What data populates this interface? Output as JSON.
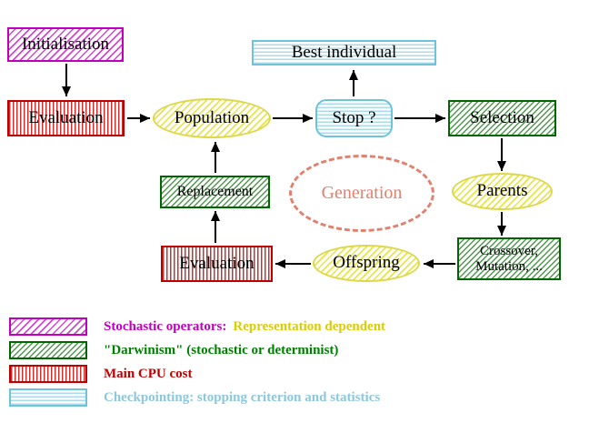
{
  "diagram": {
    "nodes": {
      "initialisation": "Initialisation",
      "evaluation_top": "Evaluation",
      "population": "Population",
      "best_individual": "Best individual",
      "stop": "Stop ?",
      "selection": "Selection",
      "parents": "Parents",
      "crossover_line1": "Crossover,",
      "crossover_line2": "Mutation, ...",
      "offspring": "Offspring",
      "evaluation_bottom": "Evaluation",
      "replacement": "Replacement",
      "generation": "Generation"
    },
    "legend": [
      {
        "text1": "Stochastic operators:",
        "text2": "Representation dependent"
      },
      {
        "text1": "\"Darwinism\" (stochastic or determinist)"
      },
      {
        "text1": "Main CPU cost"
      },
      {
        "text1": "Checkpointing: stopping criterion and statistics"
      }
    ],
    "colors": {
      "stochastic_magenta": "#c000c0",
      "main_cpu_red": "#c00000",
      "darwinism_green": "#007700",
      "checkpointing_cyan": "#7ec8dc",
      "operator_yellow": "#ddd84a",
      "yellow_text": "#d9cb08",
      "generation_salmon": "#e2806e",
      "arrow_black": "#000000"
    }
  }
}
